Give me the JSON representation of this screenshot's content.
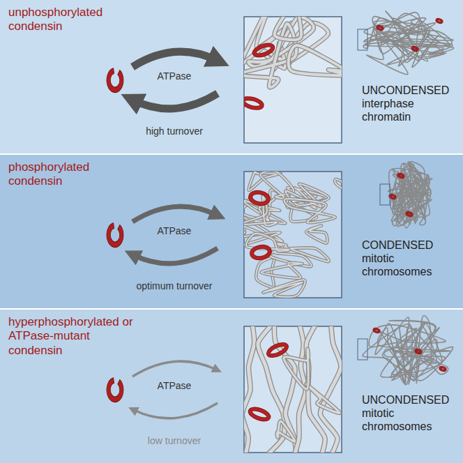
{
  "diagram": {
    "nodes": [
      {
        "text": [
          "unphosphorylated condensin",
          "ATPase",
          "high turnover",
          "UNCONDENSED interphase chromatin"
        ]
      },
      {
        "text": [
          "phosphorylated condensin",
          "ATPase",
          "optimum turnover",
          "CONDENSED mitotic chromosomes"
        ]
      },
      {
        "text": [
          "hyperphosphorylated or ATPase-mutant condensin",
          "ATPase",
          "low turnover",
          "UNCONDENSED mitotic chromosomes"
        ]
      }
    ]
  }
}
